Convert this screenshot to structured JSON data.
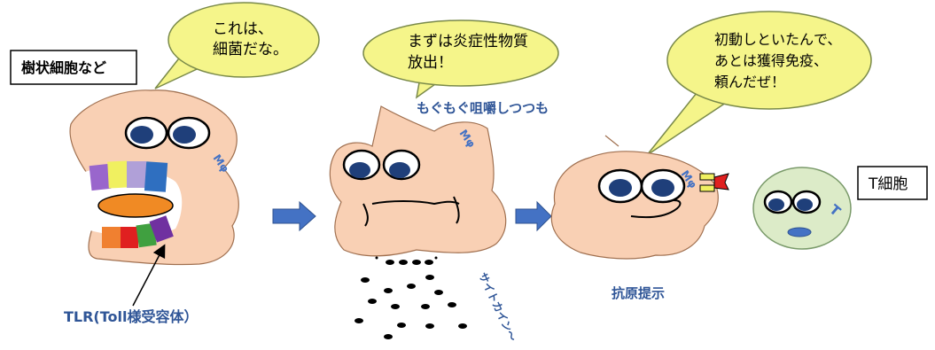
{
  "speech": {
    "bubble1_line1": "これは、",
    "bubble1_line2": "細菌だな。",
    "bubble2_line1": "まずは炎症性物質",
    "bubble2_line2": "放出！",
    "bubble3_line1": "初動しといたんで、",
    "bubble3_line2": "あとは獲得免疫、",
    "bubble3_line3": "頼んだぜ！"
  },
  "labels": {
    "dendritic_box": "樹状細胞など",
    "t_cell_box": "T細胞",
    "chewing": "もぐもぐ咀嚼しつつも",
    "cytokine": "サイトカイン〜",
    "antigen_presentation": "抗原提示",
    "tlr": "TLR(Toll様受容体）",
    "macrophage_tag": "Mφ",
    "t_tag": "T"
  },
  "colors": {
    "cell_fill": "#f9d0b4",
    "bubble_fill": "#f5f58a",
    "label_blue": "#2f5597",
    "arrow_blue": "#4472c4",
    "tcell_fill": "#dcebc8",
    "receptors": [
      "#9966cc",
      "#f0f060",
      "#b0a0d8",
      "#2f6fc0",
      "#f08030",
      "#e02020",
      "#40a040",
      "#7030a0"
    ],
    "antigen": "#f08a24"
  }
}
